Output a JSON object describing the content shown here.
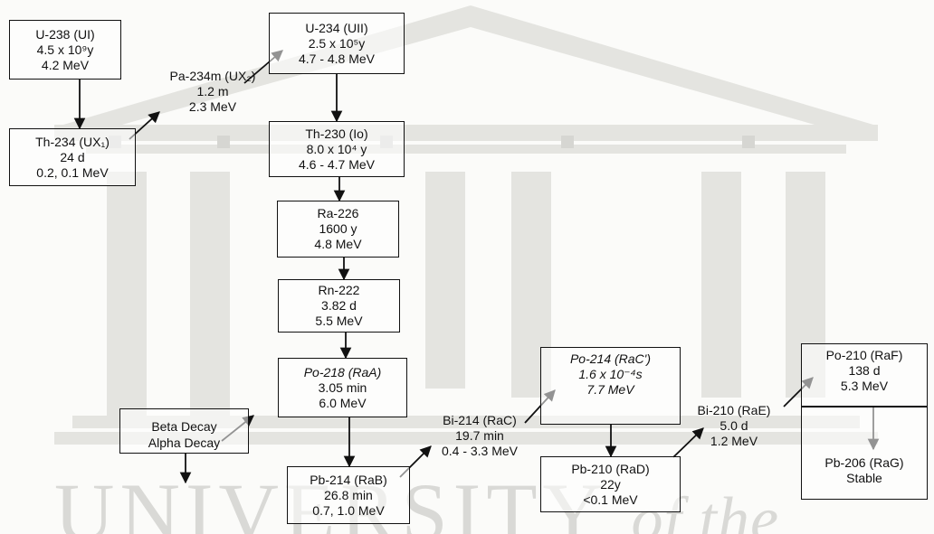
{
  "watermark": {
    "main": "UNIVERSITY",
    "suffix": "of the"
  },
  "nuclides": {
    "u238": {
      "name": "U-238  (UI)",
      "half_life": "4.5 x 10⁹y",
      "energy": "4.2 MeV"
    },
    "u234": {
      "name": "U-234 (UII)",
      "half_life": "2.5 x 10⁵y",
      "energy": "4.7 - 4.8 MeV"
    },
    "pa234": {
      "name": "Pa-234m (UX₂)",
      "half_life": "1.2 m",
      "energy": "2.3 MeV"
    },
    "th234": {
      "name": "Th-234 (UX₁)",
      "half_life": "24 d",
      "energy": "0.2, 0.1 MeV"
    },
    "th230": {
      "name": "Th-230 (Io)",
      "half_life": "8.0 x 10⁴ y",
      "energy": "4.6 - 4.7 MeV"
    },
    "ra226": {
      "name": "Ra-226",
      "half_life": "1600 y",
      "energy": "4.8 MeV"
    },
    "rn222": {
      "name": "Rn-222",
      "half_life": "3.82 d",
      "energy": "5.5 MeV"
    },
    "po218": {
      "name": "Po-218 (RaA)",
      "half_life": "3.05 min",
      "energy": "6.0 MeV"
    },
    "pb214": {
      "name": "Pb-214 (RaB)",
      "half_life": "26.8 min",
      "energy": "0.7, 1.0 MeV"
    },
    "bi214": {
      "name": "Bi-214 (RaC)",
      "half_life": "19.7 min",
      "energy": "0.4 - 3.3 MeV"
    },
    "po214": {
      "name": "Po-214 (RaC')",
      "half_life": "1.6 x 10⁻⁴s",
      "energy": "7.7 MeV"
    },
    "pb210": {
      "name": "Pb-210 (RaD)",
      "half_life": "22y",
      "energy": "<0.1 MeV"
    },
    "bi210": {
      "name": "Bi-210 (RaE)",
      "half_life": "5.0 d",
      "energy": "1.2 MeV"
    },
    "po210": {
      "name": "Po-210 (RaF)",
      "half_life": "138 d",
      "energy": "5.3 MeV"
    },
    "pb206": {
      "name": "Pb-206 (RaG)",
      "half_life": "Stable",
      "energy": ""
    }
  },
  "legend": {
    "beta": "Beta Decay",
    "alpha": "Alpha Decay"
  }
}
